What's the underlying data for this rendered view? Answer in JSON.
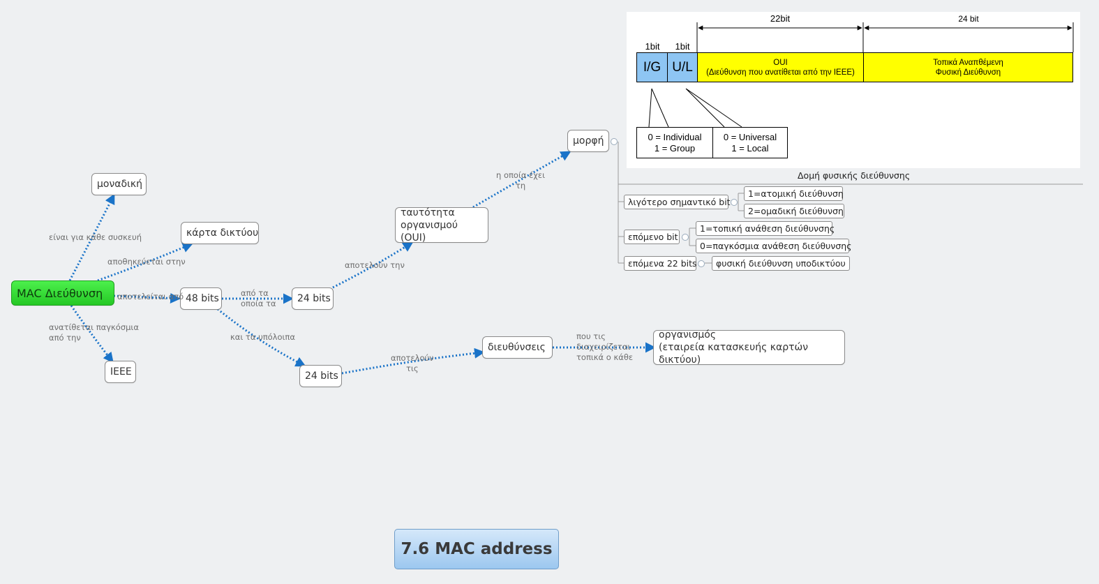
{
  "title": "7.6 MAC address",
  "nodes": {
    "root": "MAC Διεύθυνση",
    "unique": "μοναδική",
    "nic": "κάρτα δικτύου",
    "ieee": "IEEE",
    "bits48": "48 bits",
    "bits24a": "24 bits",
    "bits24b": "24 bits",
    "oui": "ταυτότητα\nοργανισμού (OUI)",
    "form": "μορφή",
    "addresses": "διευθύνσεις",
    "org": "οργανισμός\n(εταιρεία κατασκευής καρτών δικτύου)"
  },
  "edge_labels": {
    "unique": "είναι για κάθε συσκευή",
    "nic": "αποθηκεύεται στην",
    "bits48": "αποτελείται από",
    "ieee": "ανατίθεται  παγκόσμια\nαπό  την",
    "bits24a": "από τα\nοποία τα",
    "bits24b": "και τα υπόλοιπα",
    "oui": "αποτελούν την",
    "form": "η οποία έχει\nτη",
    "addresses": "αποτελούν\nτις",
    "org": "που τις\nδιαχειρίζεται\nτοπικά ο κάθε"
  },
  "form_branch": {
    "image_caption": "Δομή φυσικής διεύθυνσης",
    "lsb": "λιγότερο σημαντικό bit",
    "lsb_1": "1=ατομική διεύθυνση",
    "lsb_2": "2=ομαδική διεύθυνση",
    "next": "επόμενο bit",
    "next_1": "1=τοπική ανάθεση διεύθυνσης",
    "next_0": "0=παγκόσμια ανάθεση διεύθυνσης",
    "next22": "επόμενα 22 bits",
    "next22_1": "φυσική διεύθυνση υποδικτύου"
  },
  "mac_structure": {
    "ig_bits": "1bit",
    "ul_bits": "1bit",
    "oui_bits": "22bit",
    "local_bits": "24 bit",
    "ig": "I/G",
    "ul": "U/L",
    "oui": "OUI\n(Διεύθυνση που ανατίθεται από την IEEE)",
    "local": "Τοπικά Αναπθέμενη\nΦυσική Διεύθυνση",
    "ig_legend": "0 = Individual\n1 = Group",
    "ul_legend": "0 = Universal\n1 = Local"
  },
  "colors": {
    "edge": "#1a73c8",
    "root": "#2fd12f",
    "cell_blue": "#8ec5f3",
    "cell_yellow": "#ffff00"
  }
}
